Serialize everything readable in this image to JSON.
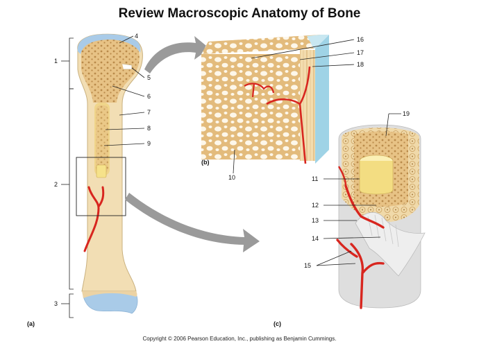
{
  "title": "Review Macroscopic Anatomy of Bone",
  "copyright": "Copyright © 2006 Pearson Education, Inc., publishing as Benjamin Cummings.",
  "panels": {
    "a": "(a)",
    "b": "(b)",
    "c": "(c)"
  },
  "labels": {
    "l1": "1",
    "l2": "2",
    "l3": "3",
    "l4": "4",
    "l5": "5",
    "l6": "6",
    "l7": "7",
    "l8": "8",
    "l9": "9",
    "l10": "10",
    "l11": "11",
    "l12": "12",
    "l13": "13",
    "l14": "14",
    "l15": "15",
    "l16": "16",
    "l17": "17",
    "l18": "18",
    "l19": "19"
  },
  "colors": {
    "bone": "#f2deb4",
    "spongy": "#e7c285",
    "marrow": "#f0e09a",
    "cartilage": "#a9cbe8",
    "vessel": "#d8261f",
    "arrow": "#9a9a9a",
    "periosteum": "#d9d9d9"
  }
}
